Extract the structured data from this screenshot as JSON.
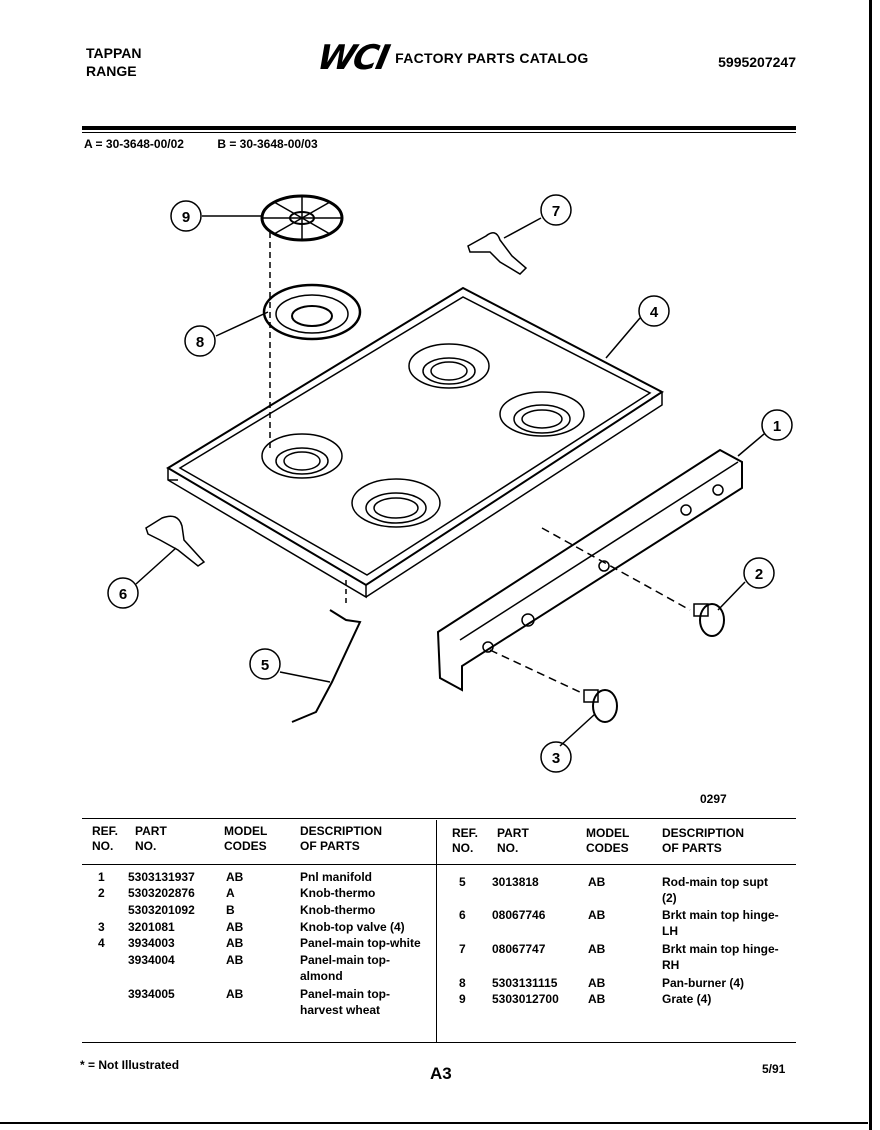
{
  "header": {
    "brand_line1": "TAPPAN",
    "brand_line2": "RANGE",
    "logo": "WCI",
    "catalog_title": "FACTORY PARTS CATALOG",
    "catalog_number": "5995207247"
  },
  "models": {
    "a": "A = 30-3648-00/02",
    "b": "B = 30-3648-00/03"
  },
  "callouts": [
    "1",
    "2",
    "3",
    "4",
    "5",
    "6",
    "7",
    "8",
    "9"
  ],
  "diagram_code": "0297",
  "table": {
    "headers": {
      "ref_no_1": "REF.",
      "ref_no_2": "NO.",
      "part_no_1": "PART",
      "part_no_2": "NO.",
      "model_codes_1": "MODEL",
      "model_codes_2": "CODES",
      "description_1": "DESCRIPTION",
      "description_2": "OF PARTS"
    },
    "left_rows": [
      {
        "ref": "1",
        "part": "5303131937",
        "code": "AB",
        "desc": "Pnl manifold"
      },
      {
        "ref": "2",
        "part": "5303202876",
        "code": "A",
        "desc": "Knob-thermo"
      },
      {
        "ref": "",
        "part": "5303201092",
        "code": "B",
        "desc": "Knob-thermo"
      },
      {
        "ref": "3",
        "part": "3201081",
        "code": "AB",
        "desc": "Knob-top valve (4)"
      },
      {
        "ref": "4",
        "part": "3934003",
        "code": "AB",
        "desc": "Panel-main top-white"
      },
      {
        "ref": "",
        "part": "3934004",
        "code": "AB",
        "desc": "Panel-main top-",
        "desc2": "almond"
      },
      {
        "ref": "",
        "part": "3934005",
        "code": "AB",
        "desc": "Panel-main top-",
        "desc2": "harvest wheat"
      }
    ],
    "right_rows": [
      {
        "ref": "5",
        "part": "3013818",
        "code": "AB",
        "desc": "Rod-main top supt",
        "desc2": "(2)"
      },
      {
        "ref": "6",
        "part": "08067746",
        "code": "AB",
        "desc": "Brkt main top hinge-",
        "desc2": "LH"
      },
      {
        "ref": "7",
        "part": "08067747",
        "code": "AB",
        "desc": "Brkt main top hinge-",
        "desc2": "RH"
      },
      {
        "ref": "8",
        "part": "5303131115",
        "code": "AB",
        "desc": "Pan-burner (4)"
      },
      {
        "ref": "9",
        "part": "5303012700",
        "code": "AB",
        "desc": "Grate (4)"
      }
    ]
  },
  "footer": {
    "note": "* = Not Illustrated",
    "page": "A3",
    "date": "5/91"
  }
}
